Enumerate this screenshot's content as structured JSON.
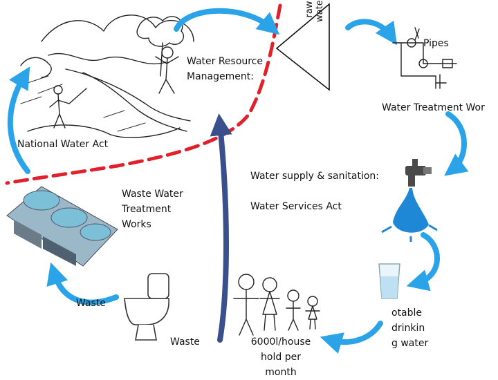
{
  "colors": {
    "cycle_arrow": "#2aa3e8",
    "boundary_dash": "#e0202a",
    "return_arrow": "#39508c",
    "water_drop": "#1e88d6",
    "tank": "#7cc0d8"
  },
  "labels": {
    "water_resource_management": "Water Resource\nManagement:",
    "raw_water": "raw\nwater",
    "pipes": "Pipes",
    "water_treatment_works": "Water Treatment Wor",
    "national_water_act": "National Water Act",
    "water_supply_sanitation": "Water supply & sanitation:",
    "water_services_act": "Water Services Act",
    "waste_water_treatment_works": "Waste Water\nTreatment\nWorks",
    "waste_left": "Waste",
    "waste_bottom": "Waste",
    "potable_drinking_water": "otable\ndrinkin\ng water",
    "household_usage": "6000l/house\nhold per\nmonth"
  },
  "icons": {
    "landscape": "river-landscape-sketch",
    "pipes": "pipes-valves-sketch",
    "tap": "water-tap",
    "glass": "glass-of-water",
    "family": "stick-figure-family",
    "toilet": "toilet",
    "wwtw": "treatment-plant"
  }
}
